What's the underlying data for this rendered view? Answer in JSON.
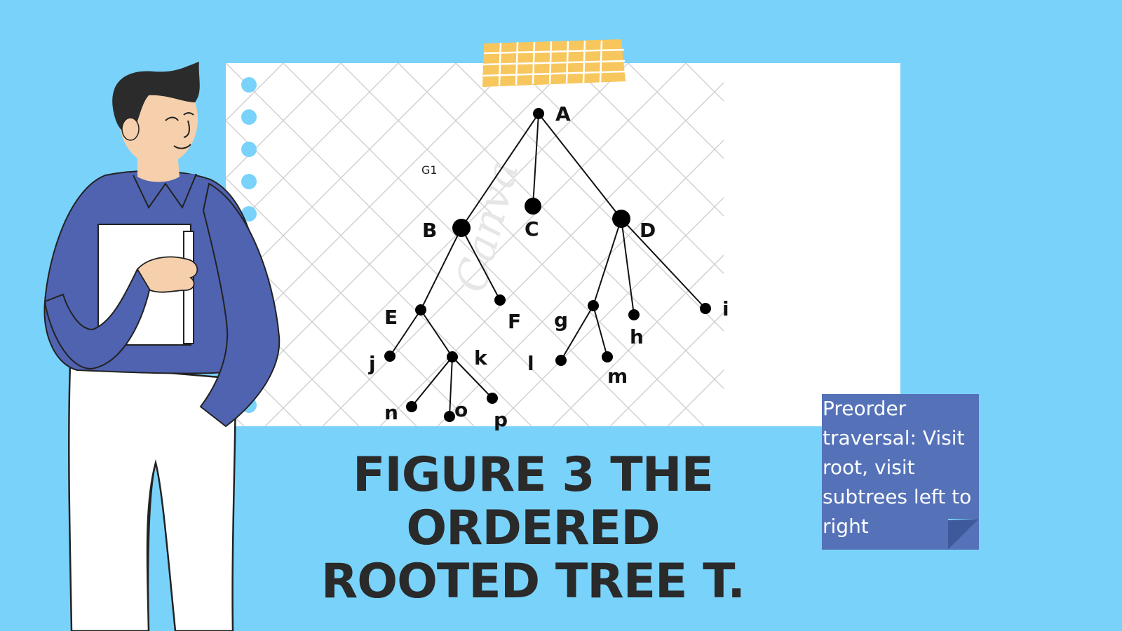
{
  "title": {
    "line1": "FIGURE 3 THE",
    "line2": "ORDERED",
    "line3": "ROOTED TREE T."
  },
  "note": {
    "text": "Preorder traversal: Visit root, visit subtrees left to right"
  },
  "diagram": {
    "graph_label": "G1",
    "watermark": "Canva",
    "nodes": [
      {
        "id": "A",
        "label": "A"
      },
      {
        "id": "B",
        "label": "B"
      },
      {
        "id": "C",
        "label": "C"
      },
      {
        "id": "D",
        "label": "D"
      },
      {
        "id": "E",
        "label": "E"
      },
      {
        "id": "F",
        "label": "F"
      },
      {
        "id": "g",
        "label": "g"
      },
      {
        "id": "h",
        "label": "h"
      },
      {
        "id": "i",
        "label": "i"
      },
      {
        "id": "j",
        "label": "j"
      },
      {
        "id": "k",
        "label": "k"
      },
      {
        "id": "l",
        "label": "l"
      },
      {
        "id": "m",
        "label": "m"
      },
      {
        "id": "n",
        "label": "n"
      },
      {
        "id": "o",
        "label": "o"
      },
      {
        "id": "p",
        "label": "p"
      }
    ],
    "edges": [
      [
        "A",
        "B"
      ],
      [
        "A",
        "C"
      ],
      [
        "A",
        "D"
      ],
      [
        "B",
        "E"
      ],
      [
        "B",
        "F"
      ],
      [
        "D",
        "g"
      ],
      [
        "D",
        "h"
      ],
      [
        "D",
        "i"
      ],
      [
        "E",
        "j"
      ],
      [
        "E",
        "k"
      ],
      [
        "k",
        "n"
      ],
      [
        "k",
        "o"
      ],
      [
        "k",
        "p"
      ],
      [
        "g",
        "l"
      ],
      [
        "g",
        "m"
      ]
    ]
  },
  "colors": {
    "background": "#79d2fa",
    "paper": "#ffffff",
    "tape": "#f7c65c",
    "note": "#5572b9",
    "note_fold": "#3f5a9c",
    "title_text": "#2a2a2a",
    "sweater": "#4f63b0"
  }
}
